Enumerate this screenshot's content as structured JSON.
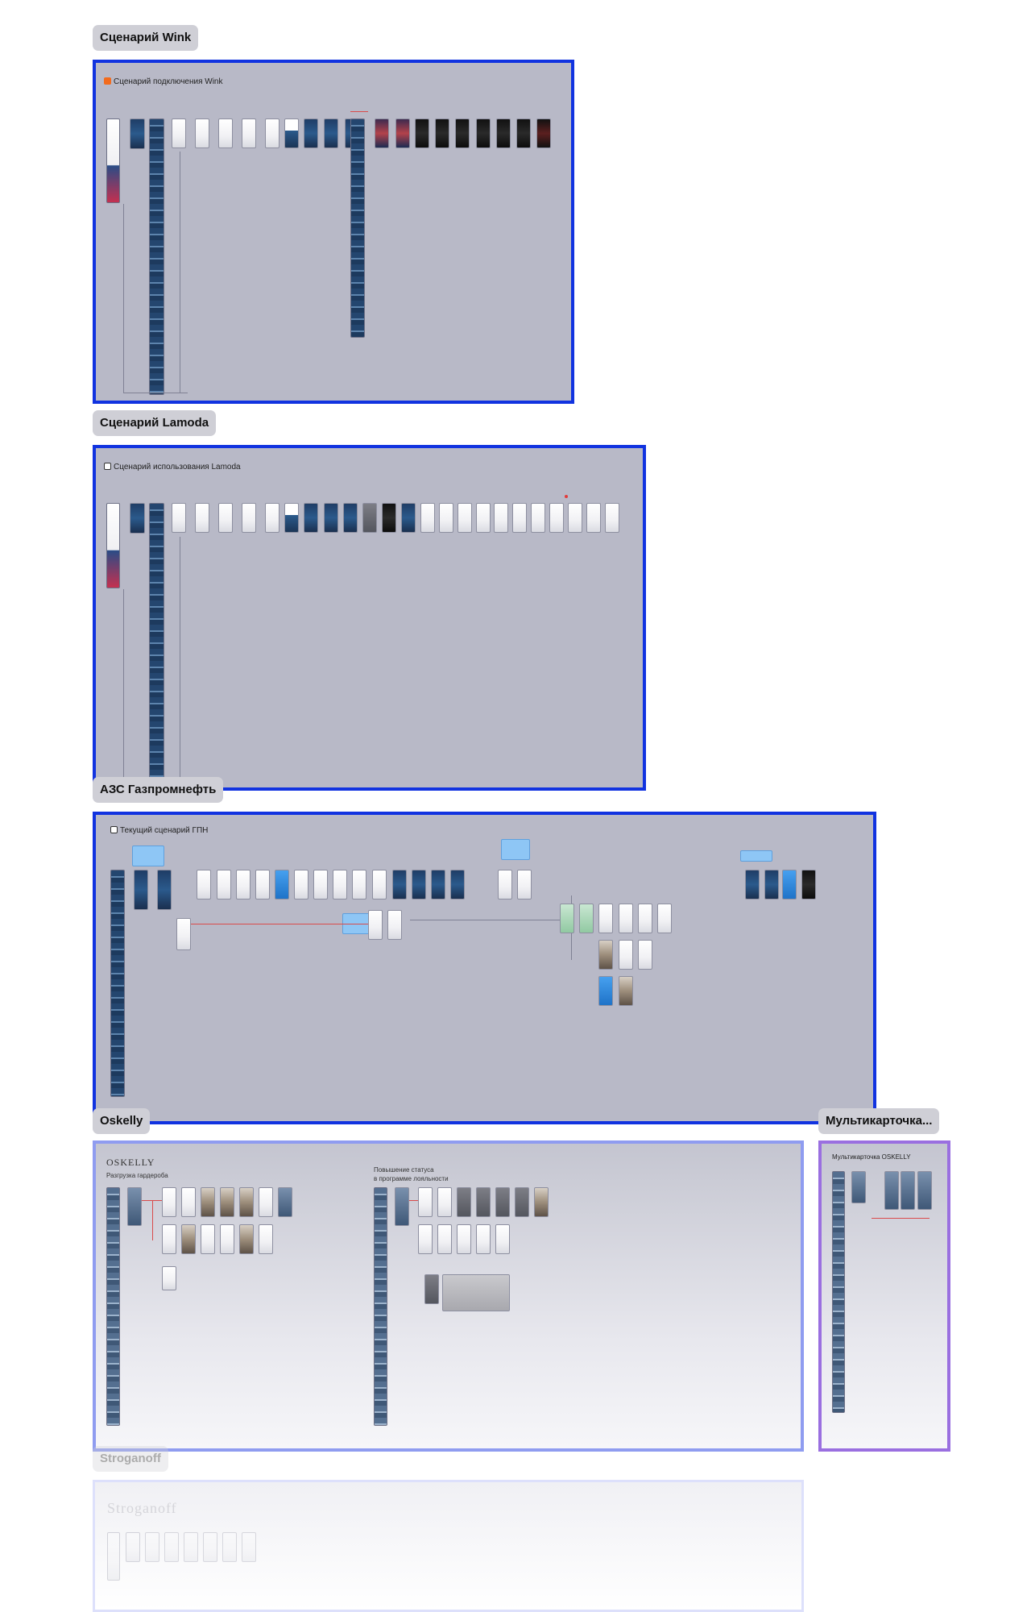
{
  "sections": {
    "wink": {
      "label": "Сценарий Wink",
      "frame_title": "Сценарий подключения Wink",
      "accent": "#f26b1d"
    },
    "lamoda": {
      "label": "Сценарий Lamoda",
      "frame_title": "Сценарий использования Lamoda",
      "accent": "#ffffff"
    },
    "gpn": {
      "label": "АЗС Газпромнефть",
      "frame_title": "Текущий сценарий ГПН",
      "accent": "#ffffff"
    },
    "oskelly": {
      "label": "Oskelly",
      "brand": "OSKELLY",
      "flow_1_title": "Разгрузка гардероба",
      "flow_2_title_line1": "Повышение статуса",
      "flow_2_title_line2": "в программе лояльности"
    },
    "multicard": {
      "label": "Мультикарточка...",
      "frame_title": "Мультикарточка OSKELLY"
    },
    "stroganoff": {
      "label": "Stroganoff",
      "brand": "Stroganoff"
    }
  },
  "colors": {
    "frame_border": "#1133e0",
    "frame_fill": "#b8b9c7",
    "multicard_border": "#9a6fe0",
    "connector_red": "#d94b4b",
    "note_blue": "#8ec6f5"
  },
  "icons": [
    "wink-logo-icon",
    "lamoda-logo-icon",
    "gpn-logo-icon"
  ]
}
